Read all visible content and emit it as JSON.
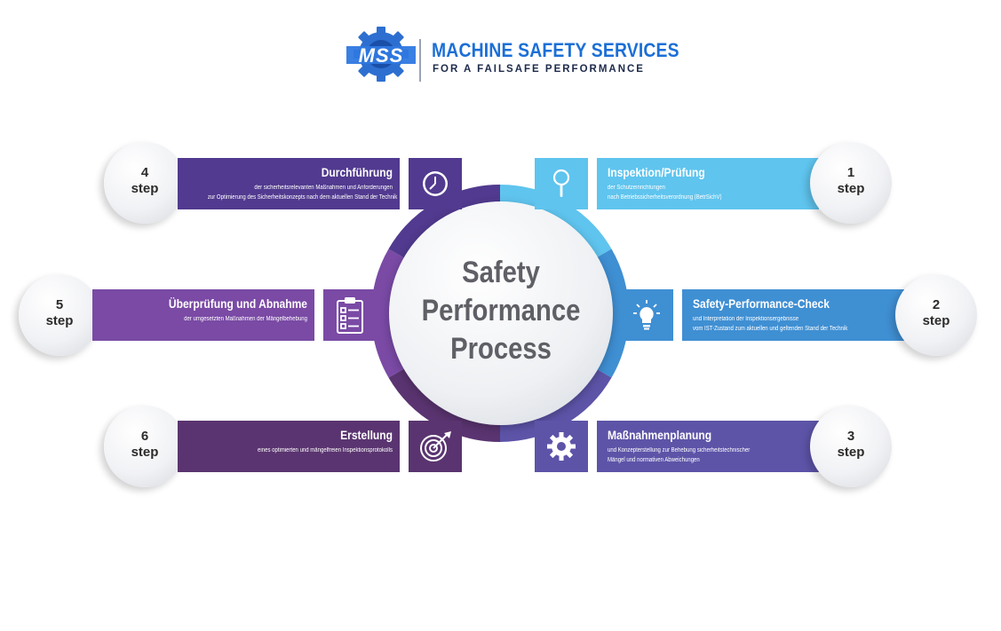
{
  "logo": {
    "mark_text": "MSS",
    "title": "MACHINE SAFETY SERVICES",
    "tagline": "FOR A FAILSAFE PERFORMANCE"
  },
  "center": {
    "line1": "Safety",
    "line2": "Performance",
    "line3": "Process"
  },
  "steps": [
    {
      "number": "1",
      "label": "step",
      "title": "Inspektion/Prüfung",
      "desc1": "der Schutzeinrichtungen",
      "desc2": "nach Betriebssicherheitsverordnung (BetrSichV)",
      "icon": "magnifier-icon",
      "color": "#5fc4ee"
    },
    {
      "number": "2",
      "label": "step",
      "title": "Safety-Performance-Check",
      "desc1": "und Interpretation der Inspektionsergebnisse",
      "desc2": "vom IST-Zustand zum aktuellen und geltenden Stand der Technik",
      "icon": "lightbulb-icon",
      "color": "#3f8fd3"
    },
    {
      "number": "3",
      "label": "step",
      "title": "Maßnahmenplanung",
      "desc1": "und Konzepterstellung zur Behebung sicherheitstechnischer",
      "desc2": "Mängel und normativen Abweichungen",
      "icon": "gear-icon",
      "color": "#5d54a8"
    },
    {
      "number": "4",
      "label": "step",
      "title": "Durchführung",
      "desc1": "der sicherheitsrelevanten Maßnahmen und Anforderungen",
      "desc2": "zur Optimierung des Sicherheitskonzepts nach dem aktuellen Stand der Technik",
      "icon": "clock-icon",
      "color": "#513a8f"
    },
    {
      "number": "5",
      "label": "step",
      "title": "Überprüfung und Abnahme",
      "desc1": "der umgesetzten Maßnahmen der Mängelbehebung",
      "desc2": "",
      "icon": "clipboard-checklist-icon",
      "color": "#7a4aa5"
    },
    {
      "number": "6",
      "label": "step",
      "title": "Erstellung",
      "desc1": "eines optimierten und mängelfreien Inspektionsprotokolls",
      "desc2": "",
      "icon": "target-arrow-icon",
      "color": "#5a3470"
    }
  ]
}
